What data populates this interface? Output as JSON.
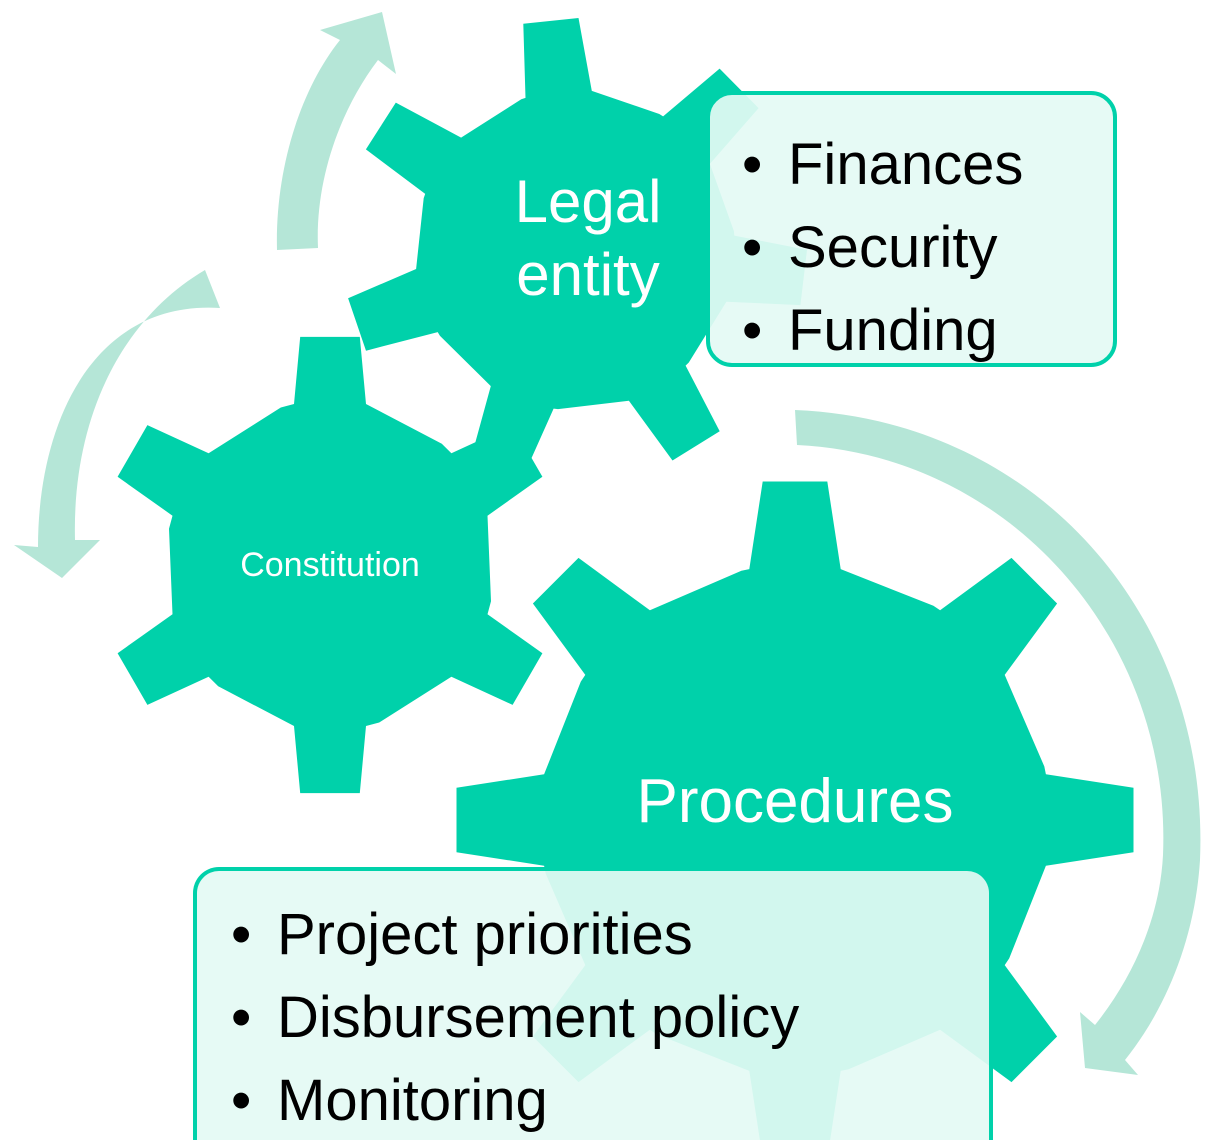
{
  "colors": {
    "gear": "#00D1AA",
    "arrow": "#B5E6D7",
    "callout_border": "#00D1AA",
    "callout_fill": "#E4FAF4",
    "gear_text": "#FFFFFF",
    "callout_text": "#000000"
  },
  "gears": {
    "legal_entity": {
      "line1": "Legal",
      "line2": "entity"
    },
    "constitution": {
      "label": "Constitution"
    },
    "procedures": {
      "label": "Procedures"
    }
  },
  "callouts": {
    "legal_entity_items": [
      "Finances",
      "Security",
      "Funding"
    ],
    "procedures_items": [
      "Project priorities",
      "Disbursement policy",
      "Monitoring"
    ]
  }
}
